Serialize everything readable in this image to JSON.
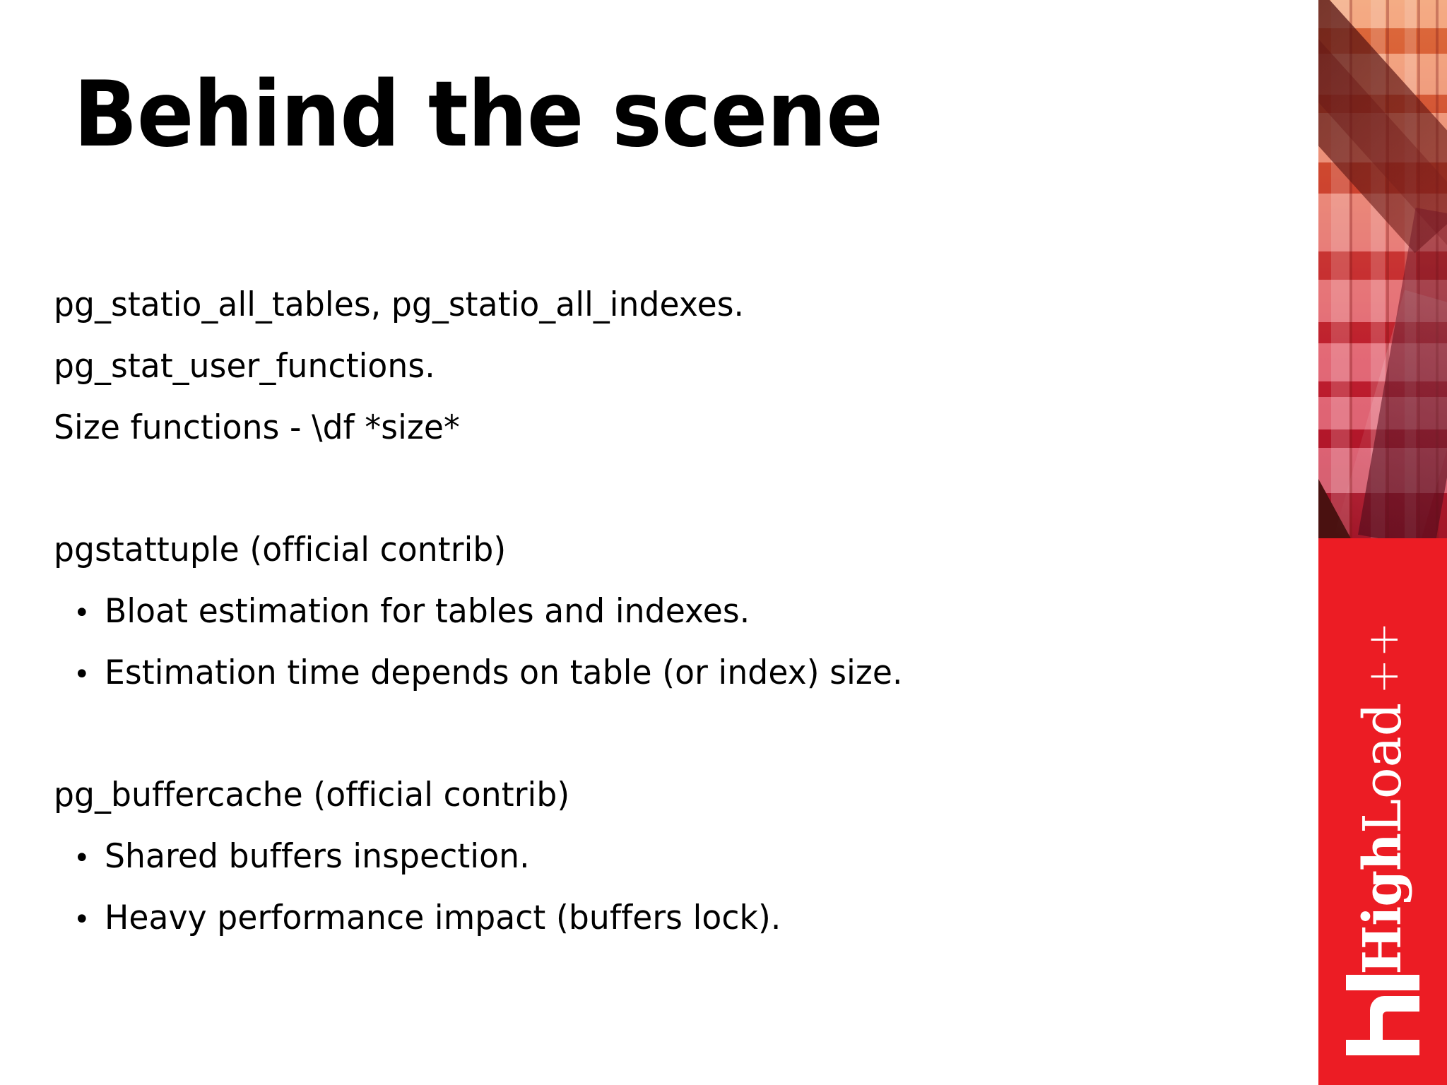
{
  "slide": {
    "title": "Behind the scene",
    "background_color": "#ffffff",
    "text_color": "#000000"
  },
  "content": {
    "intro_lines": [
      "pg_statio_all_tables, pg_statio_all_indexes.",
      "pg_stat_user_functions.",
      "Size functions - \\df *size*"
    ],
    "sections": [
      {
        "heading": "pgstattuple (official contrib)",
        "bullets": [
          "Bloat estimation for tables and indexes.",
          "Estimation time depends on table (or index) size."
        ]
      },
      {
        "heading": "pg_buffercache (official contrib)",
        "bullets": [
          "Shared buffers inspection.",
          "Heavy performance impact (buffers lock)."
        ]
      }
    ],
    "bullet_glyph": "•"
  },
  "sidebar": {
    "brand": {
      "name_bold": "High",
      "name_light": "Load",
      "suffix": "++",
      "monogram": "hl"
    },
    "colors": {
      "red": "#ec1c24",
      "art_top": "#f0884f",
      "art_bottom": "#b81b32",
      "logo_text": "#ffffff"
    }
  }
}
